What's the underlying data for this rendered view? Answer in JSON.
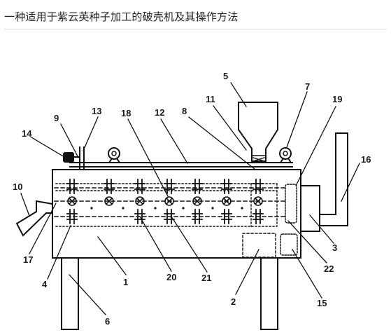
{
  "title": "一种适用于紫云英种子加工的破壳机及其操作方法",
  "labels": {
    "l1": "1",
    "l2": "2",
    "l3": "3",
    "l4": "4",
    "l5": "5",
    "l6": "6",
    "l7": "7",
    "l8": "8",
    "l9": "9",
    "l10": "10",
    "l11": "11",
    "l12": "12",
    "l13": "13",
    "l14": "14",
    "l15": "15",
    "l16": "16",
    "l17": "17",
    "l18": "18",
    "l19": "19",
    "l20": "20",
    "l21": "21",
    "l22": "22"
  }
}
